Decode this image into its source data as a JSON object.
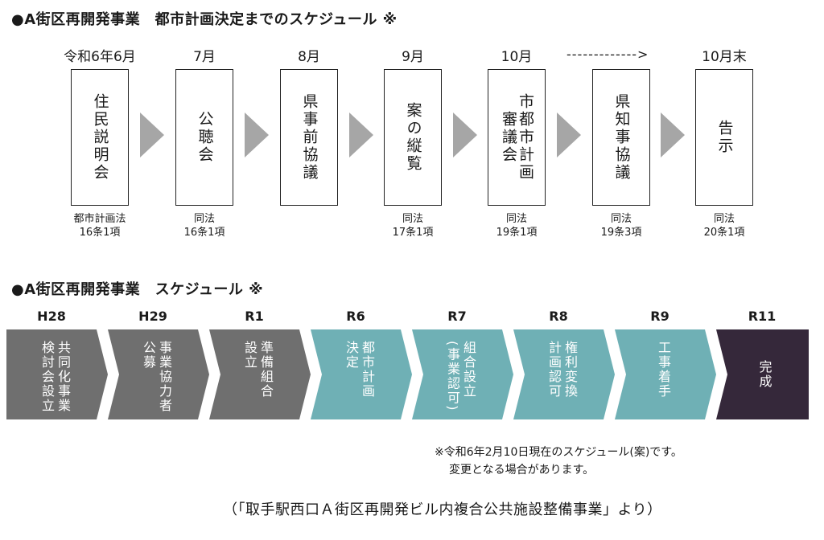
{
  "heading1": "●A街区再開発事業　都市計画決定までのスケジュール ※",
  "heading2": "●A街区再開発事業　スケジュール ※",
  "dash_arrow": "------------->",
  "steps": [
    {
      "month": "令和6年6月",
      "lines": [
        "住民説明会"
      ],
      "law": [
        "都市計画法",
        "16条1項"
      ]
    },
    {
      "month": "7月",
      "lines": [
        "公聴会"
      ],
      "law": [
        "同法",
        "16条1項"
      ]
    },
    {
      "month": "8月",
      "lines": [
        "県事前協議"
      ],
      "law": [
        "",
        ""
      ]
    },
    {
      "month": "9月",
      "lines": [
        "案の縦覧"
      ],
      "law": [
        "同法",
        "17条1項"
      ]
    },
    {
      "month": "10月",
      "lines": [
        "市都市計画",
        "審議会"
      ],
      "law": [
        "同法",
        "19条1項"
      ]
    },
    {
      "month": "",
      "lines": [
        "県知事協議"
      ],
      "law": [
        "同法",
        "19条3項"
      ]
    },
    {
      "month": "10月末",
      "lines": [
        "告示"
      ],
      "law": [
        "同法",
        "20条1項"
      ]
    }
  ],
  "phases": [
    {
      "year": "H28",
      "lines": [
        "共同化事業",
        "検討会設立"
      ],
      "color": "#6f6f6f"
    },
    {
      "year": "H29",
      "lines": [
        "事業協力者",
        "公募"
      ],
      "color": "#6f6f6f"
    },
    {
      "year": "R1",
      "lines": [
        "準備組合",
        "設立"
      ],
      "color": "#6f6f6f"
    },
    {
      "year": "R6",
      "lines": [
        "都市計画",
        "決定"
      ],
      "color": "#6fb0b5"
    },
    {
      "year": "R7",
      "lines": [
        "組合設立",
        "(事業認可)"
      ],
      "color": "#6fb0b5"
    },
    {
      "year": "R8",
      "lines": [
        "権利変換",
        "計画認可"
      ],
      "color": "#6fb0b5"
    },
    {
      "year": "R9",
      "lines": [
        "工事着手"
      ],
      "color": "#6fb0b5"
    },
    {
      "year": "R11",
      "lines": [
        "完成"
      ],
      "color": "#35283a"
    }
  ],
  "note": [
    "※令和6年2月10日現在のスケジュール(案)です。",
    "変更となる場合があります。"
  ],
  "source": "（「取手駅西口Ａ街区再開発ビル内複合公共施設整備事業」より）"
}
